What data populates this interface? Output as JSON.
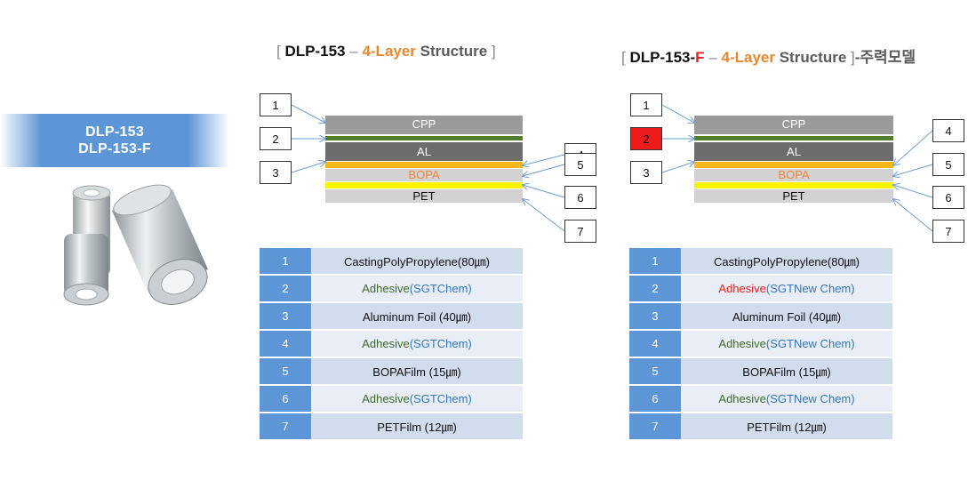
{
  "product": {
    "line1": "DLP-153",
    "line2": "DLP-153-F"
  },
  "left": {
    "title": {
      "bracket_open": "[",
      "model": "DLP-153",
      "dash": "–",
      "layers": "4-Layer",
      "structure": "Structure",
      "bracket_close": "]"
    },
    "layers": {
      "cpp": "CPP",
      "al": "AL",
      "bopa": "BOPA",
      "pet": "PET"
    },
    "callouts": [
      "1",
      "2",
      "3",
      "4",
      "5",
      "6",
      "7"
    ],
    "rows": [
      {
        "num": "1",
        "text": "CastingPolyPropylene(80㎛)"
      },
      {
        "num": "2",
        "adh": "Adhesive",
        "maker": "(SGTChem)"
      },
      {
        "num": "3",
        "text": "Aluminum Foil (40㎛)"
      },
      {
        "num": "4",
        "adh": "Adhesive",
        "maker": "(SGTChem)"
      },
      {
        "num": "5",
        "text": "BOPAFilm (15㎛)"
      },
      {
        "num": "6",
        "adh": "Adhesive",
        "maker": "(SGTChem)"
      },
      {
        "num": "7",
        "text": "PETFilm (12㎛)"
      }
    ]
  },
  "right": {
    "title": {
      "bracket_open": "[",
      "model": "DLP-153-",
      "model_suffix": "F",
      "dash": "–",
      "layers": "4-Layer",
      "structure": "Structure",
      "bracket_close": "]",
      "suffix": "-주력모델"
    },
    "layers": {
      "cpp": "CPP",
      "al": "AL",
      "bopa": "BOPA",
      "pet": "PET"
    },
    "callouts": [
      "1",
      "2",
      "3",
      "4",
      "5",
      "6",
      "7"
    ],
    "rows": [
      {
        "num": "1",
        "text": "CastingPolyPropylene(80㎛)"
      },
      {
        "num": "2",
        "adh": "Adhesive",
        "maker": "(SGTNew Chem)"
      },
      {
        "num": "3",
        "text": "Aluminum Foil (40㎛)"
      },
      {
        "num": "4",
        "adh": "Adhesive",
        "maker": "(SGTNew Chem)"
      },
      {
        "num": "5",
        "text": "BOPAFilm (15㎛)"
      },
      {
        "num": "6",
        "adh": "Adhesive",
        "maker": "(SGTNew Chem)"
      },
      {
        "num": "7",
        "text": "PETFilm (12㎛)"
      }
    ]
  },
  "colors": {
    "accent_blue": "#5d96d6",
    "highlight_red": "#ee1c1c",
    "orange": "#e8872e",
    "adhesive_green": "#3e6b2a",
    "maker_blue": "#2f78c4"
  }
}
